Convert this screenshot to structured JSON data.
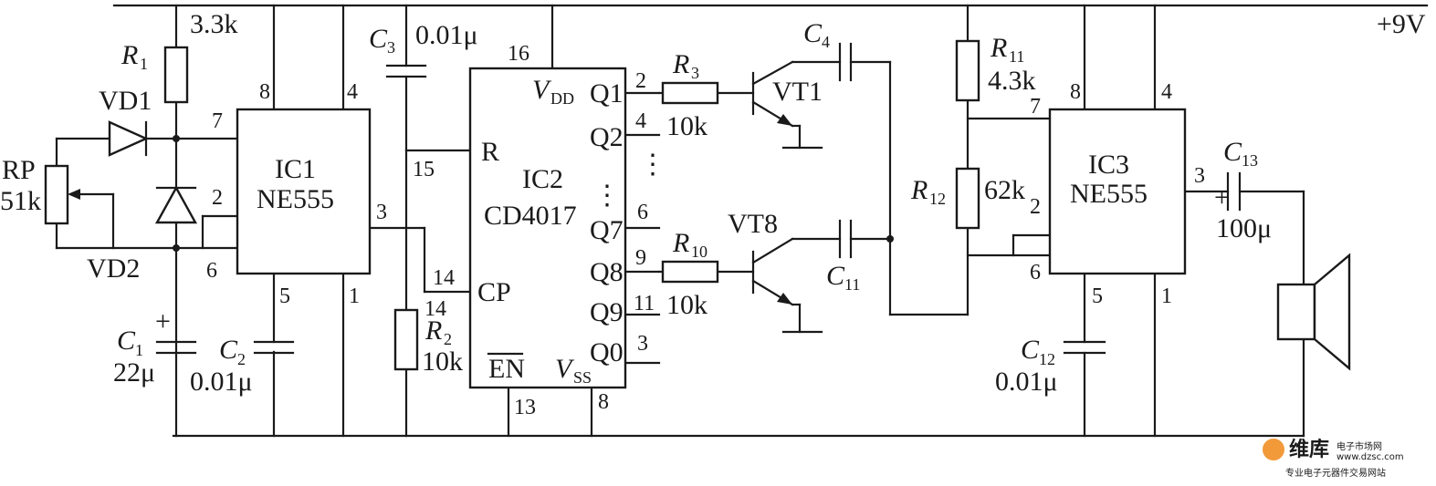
{
  "supply": "+9V",
  "ic1": {
    "name": "IC1",
    "type": "NE555",
    "pins": {
      "p8": "8",
      "p4": "4",
      "p7": "7",
      "p2": "2",
      "p6": "6",
      "p3": "3",
      "p5": "5",
      "p1": "1"
    }
  },
  "ic2": {
    "name": "IC2",
    "type": "CD4017",
    "left_pins": {
      "r_label": "R",
      "r_num": "15",
      "cp_label": "CP",
      "cp_num_a": "14",
      "cp_num_b": "14",
      "en_label": "EN",
      "en_num": "13"
    },
    "top": {
      "vdd_label": "V",
      "vdd_sub": "DD",
      "vdd_num": "16"
    },
    "bottom": {
      "vss_label": "V",
      "vss_sub": "SS",
      "vss_num": "8"
    },
    "outputs": [
      {
        "label": "Q1",
        "num": "2"
      },
      {
        "label": "Q2",
        "num": "4"
      },
      {
        "label": "Q7",
        "num": "6"
      },
      {
        "label": "Q8",
        "num": "9"
      },
      {
        "label": "Q9",
        "num": "11"
      },
      {
        "label": "Q0",
        "num": "3"
      }
    ]
  },
  "ic3": {
    "name": "IC3",
    "type": "NE555",
    "pins": {
      "p8": "8",
      "p4": "4",
      "p7": "7",
      "p2": "2",
      "p6": "6",
      "p3": "3",
      "p5": "5",
      "p1": "1"
    }
  },
  "components": {
    "r1": {
      "label": "R",
      "sub": "1",
      "value": "3.3k"
    },
    "rp": {
      "label": "RP",
      "value": "51k"
    },
    "vd1": {
      "label": "VD1"
    },
    "vd2": {
      "label": "VD2"
    },
    "c1": {
      "label": "C",
      "sub": "1",
      "value": "22μ"
    },
    "c2": {
      "label": "C",
      "sub": "2",
      "value": "0.01μ"
    },
    "c3": {
      "label": "C",
      "sub": "3",
      "value": "0.01μ"
    },
    "r2": {
      "label": "R",
      "sub": "2",
      "value": "10k"
    },
    "r3": {
      "label": "R",
      "sub": "3",
      "value": "10k"
    },
    "r10": {
      "label": "R",
      "sub": "10",
      "value": "10k"
    },
    "vt1": {
      "label": "VT1"
    },
    "vt8": {
      "label": "VT8"
    },
    "c4": {
      "label": "C",
      "sub": "4"
    },
    "c11": {
      "label": "C",
      "sub": "11"
    },
    "r11": {
      "label": "R",
      "sub": "11",
      "value": "4.3k"
    },
    "r12": {
      "label": "R",
      "sub": "12",
      "value": "62k"
    },
    "c12": {
      "label": "C",
      "sub": "12",
      "value": "0.01μ"
    },
    "c13": {
      "label": "C",
      "sub": "13",
      "value": "100μ",
      "plus": "+"
    },
    "c1_plus": "+"
  },
  "dots_vertical": "⋮",
  "watermark": {
    "brand": "维库",
    "brand2": "电子市场网",
    "url": "www.dzsc.com",
    "tagline": "专业电子元器件交易网站"
  }
}
